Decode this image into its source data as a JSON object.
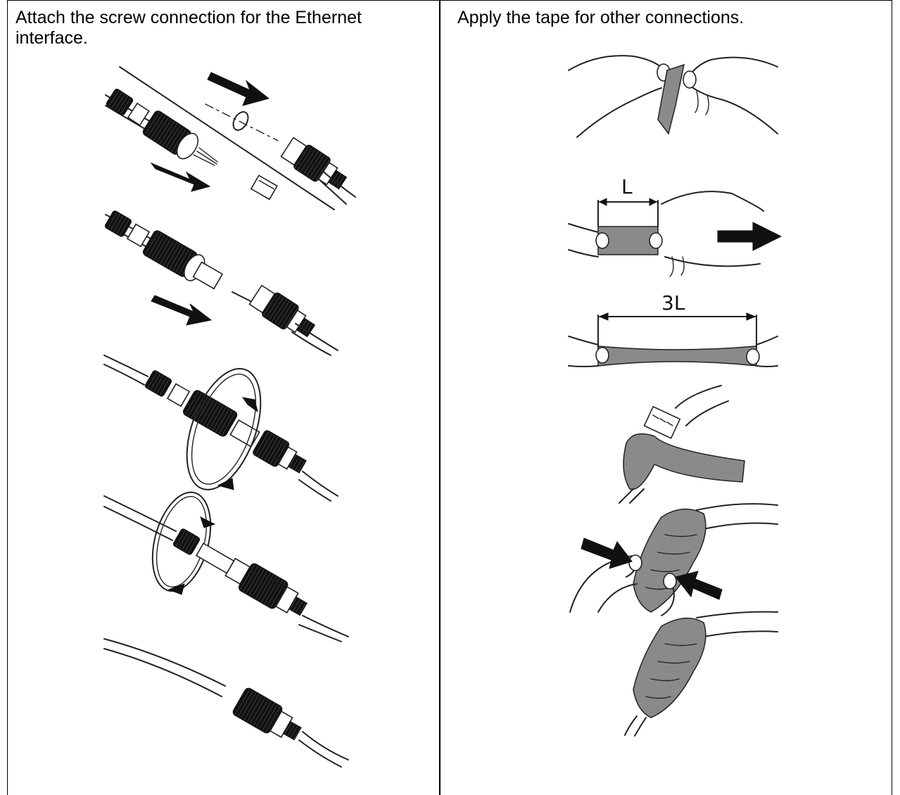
{
  "left_cell": {
    "text": "Attach the screw connection for the Ethernet interface."
  },
  "right_cell": {
    "text": "Apply the tape for other connections."
  },
  "figure_labels": {
    "length_label": "L",
    "stretched_length_label": "3L"
  },
  "colors": {
    "tape": "#8a8a8a",
    "ink": "#222222"
  }
}
